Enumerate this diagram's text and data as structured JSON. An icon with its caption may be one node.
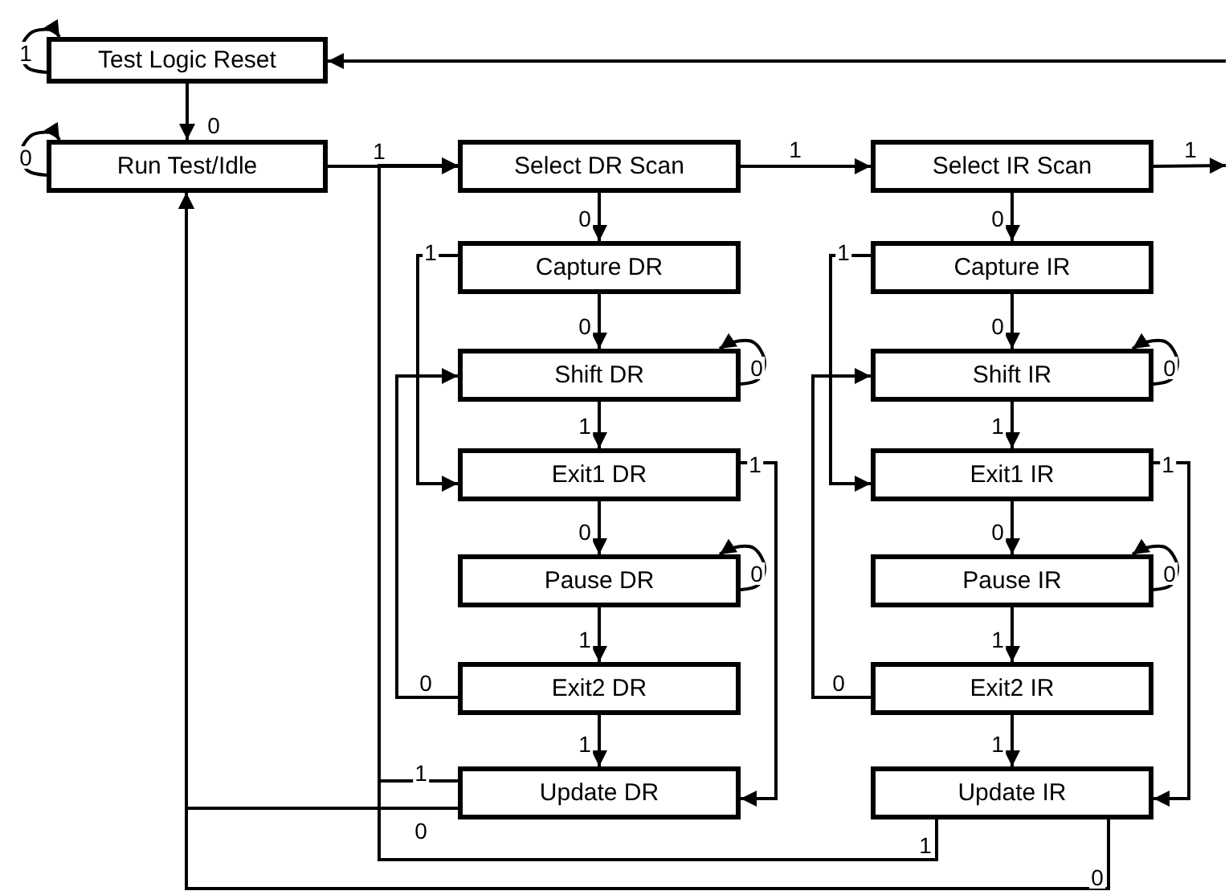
{
  "diagram": {
    "nodes": [
      {
        "text": [
          "Test Logic Reset"
        ]
      },
      {
        "text": [
          "Run Test/Idle"
        ]
      },
      {
        "text": [
          "Select DR Scan"
        ]
      },
      {
        "text": [
          "Select IR Scan"
        ]
      },
      {
        "text": [
          "Capture DR"
        ]
      },
      {
        "text": [
          "Shift DR"
        ]
      },
      {
        "text": [
          "Exit1 DR"
        ]
      },
      {
        "text": [
          "Pause DR"
        ]
      },
      {
        "text": [
          "Exit2 DR"
        ]
      },
      {
        "text": [
          "Update DR"
        ]
      },
      {
        "text": [
          "Capture IR"
        ]
      },
      {
        "text": [
          "Shift IR"
        ]
      },
      {
        "text": [
          "Exit1 IR"
        ]
      },
      {
        "text": [
          "Pause IR"
        ]
      },
      {
        "text": [
          "Exit2 IR"
        ]
      },
      {
        "text": [
          "Update IR"
        ]
      }
    ],
    "edges": [
      {
        "from": 0,
        "to": 0,
        "label": "1",
        "arrow": "to"
      },
      {
        "from": 0,
        "to": 1,
        "label": "0",
        "arrow": "to"
      },
      {
        "from": 1,
        "to": 1,
        "label": "0",
        "arrow": "to"
      },
      {
        "from": 1,
        "to": 2,
        "label": "1",
        "arrow": "to"
      },
      {
        "from": 2,
        "to": 3,
        "label": "1",
        "arrow": "to"
      },
      {
        "from": 3,
        "to": null,
        "label": "1",
        "arrow": "to"
      },
      {
        "from": null,
        "to": 0,
        "arrow": "to"
      },
      {
        "from": 2,
        "to": 4,
        "label": "0",
        "arrow": "to"
      },
      {
        "from": 4,
        "to": 5,
        "label": "0",
        "arrow": "to"
      },
      {
        "from": 4,
        "to": 6,
        "label": "1",
        "arrow": "to"
      },
      {
        "from": 5,
        "to": 5,
        "label": "0",
        "arrow": "to"
      },
      {
        "from": 5,
        "to": 6,
        "label": "1",
        "arrow": "to"
      },
      {
        "from": 6,
        "to": 7,
        "label": "0",
        "arrow": "to"
      },
      {
        "from": 6,
        "to": 9,
        "label": "1",
        "arrow": "to"
      },
      {
        "from": 7,
        "to": 7,
        "label": "0",
        "arrow": "to"
      },
      {
        "from": 7,
        "to": 8,
        "label": "1",
        "arrow": "to"
      },
      {
        "from": 8,
        "to": 5,
        "label": "0",
        "arrow": "to"
      },
      {
        "from": 8,
        "to": 9,
        "label": "1",
        "arrow": "to"
      },
      {
        "from": 9,
        "to": 2,
        "label": "1",
        "arrow": "to"
      },
      {
        "from": 9,
        "to": 1,
        "label": "0",
        "arrow": "to"
      },
      {
        "from": 3,
        "to": 10,
        "label": "0",
        "arrow": "to"
      },
      {
        "from": 10,
        "to": 11,
        "label": "0",
        "arrow": "to"
      },
      {
        "from": 10,
        "to": 12,
        "label": "1",
        "arrow": "to"
      },
      {
        "from": 11,
        "to": 11,
        "label": "0",
        "arrow": "to"
      },
      {
        "from": 11,
        "to": 12,
        "label": "1",
        "arrow": "to"
      },
      {
        "from": 12,
        "to": 13,
        "label": "0",
        "arrow": "to"
      },
      {
        "from": 12,
        "to": 15,
        "label": "1",
        "arrow": "to"
      },
      {
        "from": 13,
        "to": 13,
        "label": "0",
        "arrow": "to"
      },
      {
        "from": 13,
        "to": 14,
        "label": "1",
        "arrow": "to"
      },
      {
        "from": 14,
        "to": 11,
        "label": "0",
        "arrow": "to"
      },
      {
        "from": 14,
        "to": 15,
        "label": "1",
        "arrow": "to"
      },
      {
        "from": 15,
        "to": 2,
        "label": "1",
        "arrow": "to"
      },
      {
        "from": 15,
        "to": 1,
        "label": "0",
        "arrow": "to"
      }
    ]
  }
}
